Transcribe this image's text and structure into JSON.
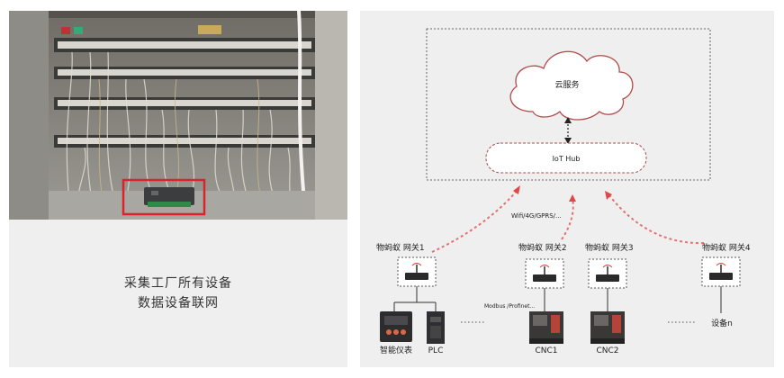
{
  "left": {
    "caption_line1": "采集工厂所有设备",
    "caption_line2": "数据设备联网",
    "highlight_color": "#d9242b"
  },
  "diagram": {
    "cloud_label": "云服务",
    "hub_label": "IoT Hub",
    "wireless_label": "Wifi/4G/GPRS/...",
    "bus_label": "Modbus /Profinet...",
    "gateways": [
      {
        "label": "物蚂蚁 网关1"
      },
      {
        "label": "物蚂蚁 网关2"
      },
      {
        "label": "物蚂蚁 网关3"
      },
      {
        "label": "物蚂蚁 网关4"
      }
    ],
    "devices": [
      {
        "label": "智能仪表"
      },
      {
        "label": "PLC"
      },
      {
        "label": "CNC1"
      },
      {
        "label": "CNC2"
      },
      {
        "label": "设备n"
      }
    ],
    "link_color": "#e04848"
  }
}
